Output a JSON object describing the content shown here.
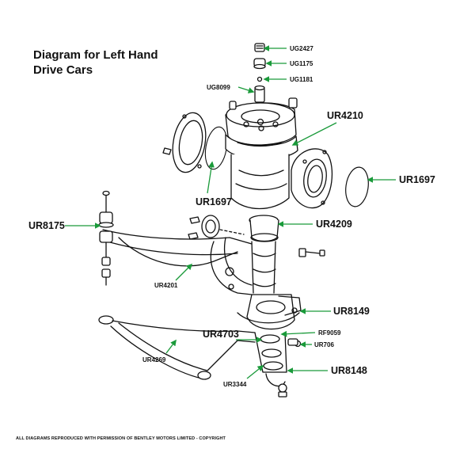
{
  "title": {
    "line1": "Diagram for Left Hand",
    "line2": "Drive Cars"
  },
  "footer": "ALL DIAGRAMS REPRODUCED WITH PERMISSION OF BENTLEY MOTORS LIMITED - COPYRIGHT",
  "colors": {
    "leader": "#1a9a3a",
    "ink": "#111111"
  },
  "parts": {
    "ug2427": "UG2427",
    "ug1175": "UG1175",
    "ug1181": "UG1181",
    "ug8099": "UG8099",
    "ur4210": "UR4210",
    "ur1697_right": "UR1697",
    "ur1697_left": "UR1697",
    "ur8175": "UR8175",
    "ur4209": "UR4209",
    "ur4201": "UR4201",
    "ur8149": "UR8149",
    "ur4703": "UR4703",
    "rf9059": "RF9059",
    "ur706": "UR706",
    "ur4269": "UR4269",
    "ur8148": "UR8148",
    "ur3344": "UR3344"
  }
}
